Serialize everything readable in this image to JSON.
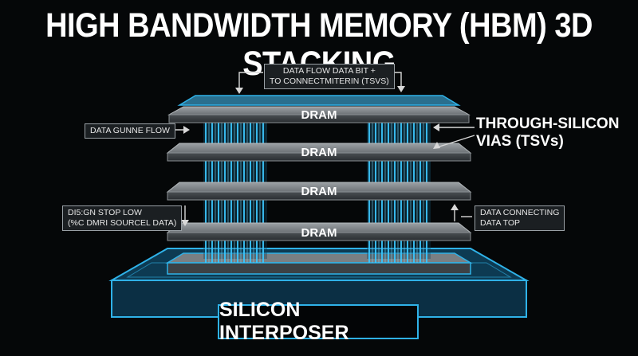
{
  "title": "HIGH BANDWIDTH MEMORY (HBM) 3D STACKING",
  "layers": [
    "DRAM",
    "DRAM",
    "DRAM",
    "DRAM"
  ],
  "base": "SILICON INTERPOSER",
  "tsv_label": {
    "line1": "THROUGH-SILICON",
    "line2": "VIAS (TSVs)"
  },
  "callouts": {
    "top": {
      "line1": "DATA FLOW DATA BIT +",
      "line2": "TO CONNECTMITERIN (TSVs)"
    },
    "left_top": {
      "line1": "DATA GUNNE FLOW"
    },
    "left_bottom": {
      "line1": "DI5:GN STOP LOW",
      "line2": "(%C DMRI SOURCEL DATA)"
    },
    "right_bottom": {
      "line1": "DATA CONNECTING",
      "line2": "DATA TOP"
    }
  },
  "colors": {
    "accent": "#2fb2e8",
    "tsv": "#3cc8ff",
    "layer": "#8a8f93",
    "background": "#050708"
  }
}
